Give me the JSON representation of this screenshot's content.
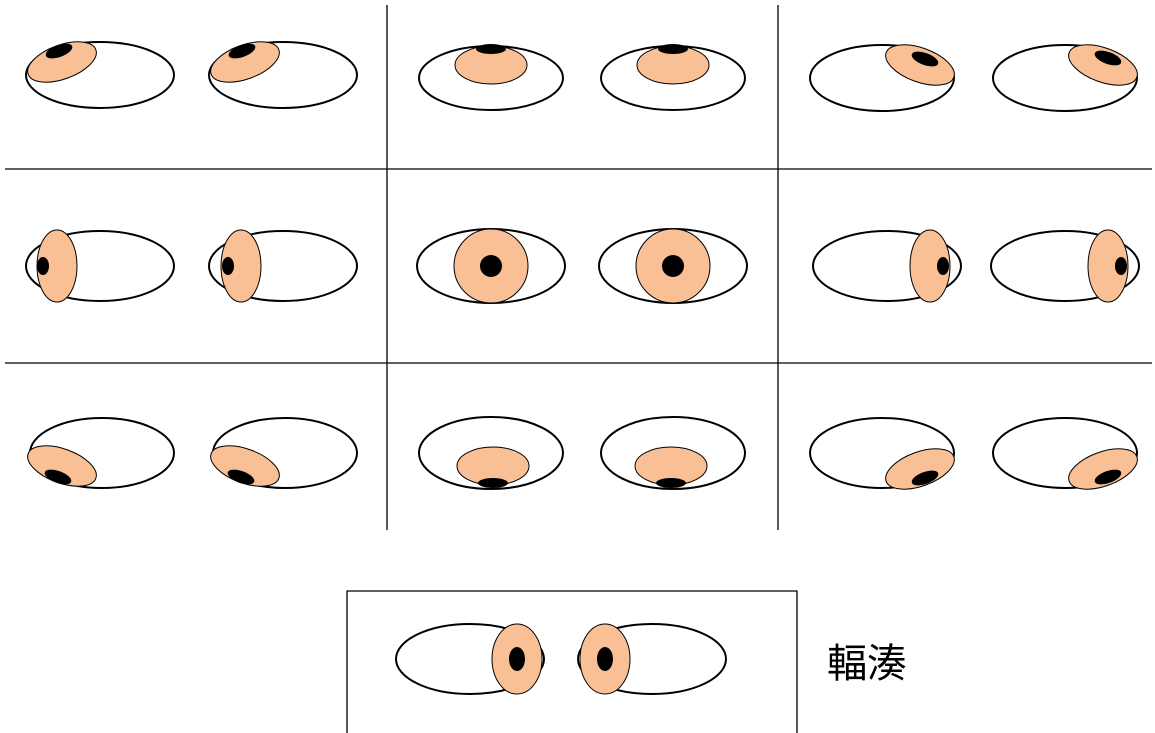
{
  "colors": {
    "iris": "#f9c095",
    "pupil": "#000000",
    "line": "#000000",
    "sclera": "#ffffff"
  },
  "gaze_grid": [
    {
      "row": "up",
      "col": "right",
      "name": "gaze-up-right"
    },
    {
      "row": "up",
      "col": "center",
      "name": "gaze-up"
    },
    {
      "row": "up",
      "col": "left",
      "name": "gaze-up-left"
    },
    {
      "row": "middle",
      "col": "right",
      "name": "gaze-right"
    },
    {
      "row": "middle",
      "col": "center",
      "name": "gaze-primary"
    },
    {
      "row": "middle",
      "col": "left",
      "name": "gaze-left"
    },
    {
      "row": "down",
      "col": "right",
      "name": "gaze-down-right"
    },
    {
      "row": "down",
      "col": "center",
      "name": "gaze-down"
    },
    {
      "row": "down",
      "col": "left",
      "name": "gaze-down-left"
    }
  ],
  "convergence": {
    "label": "輻湊"
  }
}
